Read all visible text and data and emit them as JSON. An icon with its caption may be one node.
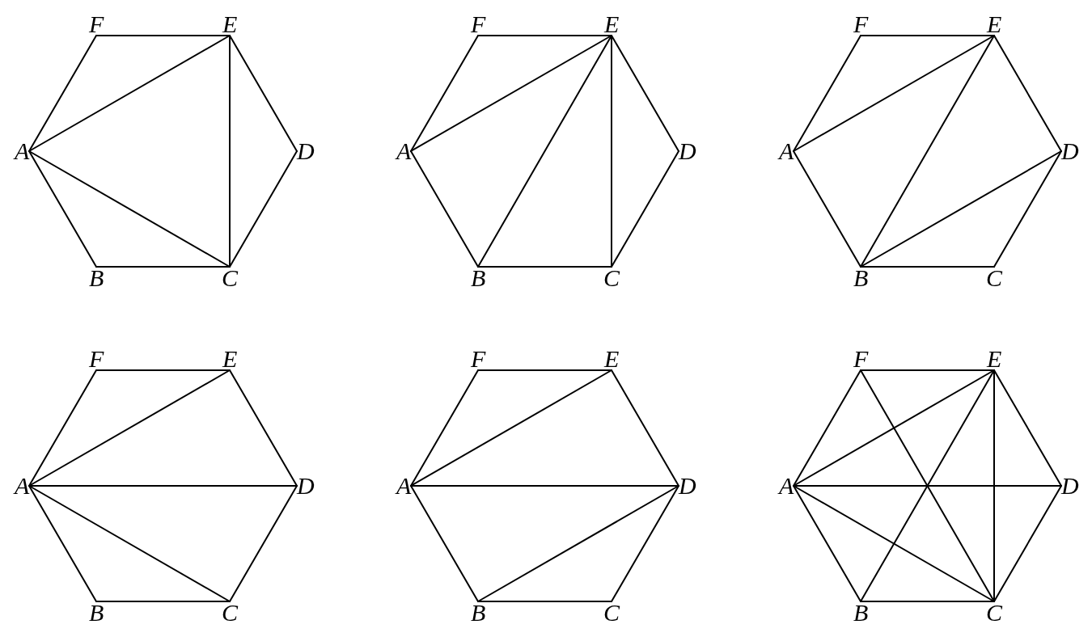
{
  "diagram": {
    "nodes": [
      {
        "text": [
          "F"
        ]
      },
      {
        "text": [
          "E"
        ]
      },
      {
        "text": [
          "A"
        ]
      },
      {
        "text": [
          "D"
        ]
      },
      {
        "text": [
          "B"
        ]
      },
      {
        "text": [
          "C"
        ]
      },
      {
        "text": [
          "F"
        ]
      },
      {
        "text": [
          "E"
        ]
      },
      {
        "text": [
          "A"
        ]
      },
      {
        "text": [
          "D"
        ]
      },
      {
        "text": [
          "B"
        ]
      },
      {
        "text": [
          "C"
        ]
      },
      {
        "text": [
          "F"
        ]
      },
      {
        "text": [
          "E"
        ]
      },
      {
        "text": [
          "A"
        ]
      },
      {
        "text": [
          "D"
        ]
      },
      {
        "text": [
          "B"
        ]
      },
      {
        "text": [
          "C"
        ]
      },
      {
        "text": [
          "F"
        ]
      },
      {
        "text": [
          "E"
        ]
      },
      {
        "text": [
          "A"
        ]
      },
      {
        "text": [
          "D"
        ]
      },
      {
        "text": [
          "B"
        ]
      },
      {
        "text": [
          "C"
        ]
      },
      {
        "text": [
          "F"
        ]
      },
      {
        "text": [
          "E"
        ]
      },
      {
        "text": [
          "A"
        ]
      },
      {
        "text": [
          "D"
        ]
      },
      {
        "text": [
          "B"
        ]
      },
      {
        "text": [
          "C"
        ]
      },
      {
        "text": [
          "F"
        ]
      },
      {
        "text": [
          "E"
        ]
      },
      {
        "text": [
          "A"
        ]
      },
      {
        "text": [
          "D"
        ]
      },
      {
        "text": [
          "B"
        ]
      },
      {
        "text": [
          "C"
        ]
      }
    ],
    "edges": [
      {
        "from": 2,
        "to": 0,
        "arrow": "none"
      },
      {
        "from": 0,
        "to": 1,
        "arrow": "none"
      },
      {
        "from": 1,
        "to": 3,
        "arrow": "none"
      },
      {
        "from": 3,
        "to": 5,
        "arrow": "none"
      },
      {
        "from": 5,
        "to": 4,
        "arrow": "none"
      },
      {
        "from": 4,
        "to": 2,
        "arrow": "none"
      },
      {
        "from": 2,
        "to": 1,
        "arrow": "none"
      },
      {
        "from": 2,
        "to": 5,
        "arrow": "none"
      },
      {
        "from": 1,
        "to": 5,
        "arrow": "none"
      },
      {
        "from": 8,
        "to": 6,
        "arrow": "none"
      },
      {
        "from": 6,
        "to": 7,
        "arrow": "none"
      },
      {
        "from": 7,
        "to": 9,
        "arrow": "none"
      },
      {
        "from": 9,
        "to": 11,
        "arrow": "none"
      },
      {
        "from": 11,
        "to": 10,
        "arrow": "none"
      },
      {
        "from": 10,
        "to": 8,
        "arrow": "none"
      },
      {
        "from": 8,
        "to": 7,
        "arrow": "none"
      },
      {
        "from": 7,
        "to": 10,
        "arrow": "none"
      },
      {
        "from": 7,
        "to": 11,
        "arrow": "none"
      },
      {
        "from": 14,
        "to": 12,
        "arrow": "none"
      },
      {
        "from": 12,
        "to": 13,
        "arrow": "none"
      },
      {
        "from": 13,
        "to": 15,
        "arrow": "none"
      },
      {
        "from": 15,
        "to": 17,
        "arrow": "none"
      },
      {
        "from": 17,
        "to": 16,
        "arrow": "none"
      },
      {
        "from": 16,
        "to": 14,
        "arrow": "none"
      },
      {
        "from": 14,
        "to": 13,
        "arrow": "none"
      },
      {
        "from": 13,
        "to": 16,
        "arrow": "none"
      },
      {
        "from": 16,
        "to": 15,
        "arrow": "none"
      },
      {
        "from": 20,
        "to": 18,
        "arrow": "none"
      },
      {
        "from": 18,
        "to": 19,
        "arrow": "none"
      },
      {
        "from": 19,
        "to": 21,
        "arrow": "none"
      },
      {
        "from": 21,
        "to": 23,
        "arrow": "none"
      },
      {
        "from": 23,
        "to": 22,
        "arrow": "none"
      },
      {
        "from": 22,
        "to": 20,
        "arrow": "none"
      },
      {
        "from": 20,
        "to": 19,
        "arrow": "none"
      },
      {
        "from": 20,
        "to": 21,
        "arrow": "none"
      },
      {
        "from": 20,
        "to": 23,
        "arrow": "none"
      },
      {
        "from": 26,
        "to": 24,
        "arrow": "none"
      },
      {
        "from": 24,
        "to": 25,
        "arrow": "none"
      },
      {
        "from": 25,
        "to": 27,
        "arrow": "none"
      },
      {
        "from": 27,
        "to": 29,
        "arrow": "none"
      },
      {
        "from": 29,
        "to": 28,
        "arrow": "none"
      },
      {
        "from": 28,
        "to": 26,
        "arrow": "none"
      },
      {
        "from": 26,
        "to": 25,
        "arrow": "none"
      },
      {
        "from": 26,
        "to": 27,
        "arrow": "none"
      },
      {
        "from": 28,
        "to": 27,
        "arrow": "none"
      },
      {
        "from": 32,
        "to": 30,
        "arrow": "none"
      },
      {
        "from": 30,
        "to": 31,
        "arrow": "none"
      },
      {
        "from": 31,
        "to": 33,
        "arrow": "none"
      },
      {
        "from": 33,
        "to": 35,
        "arrow": "none"
      },
      {
        "from": 35,
        "to": 34,
        "arrow": "none"
      },
      {
        "from": 34,
        "to": 32,
        "arrow": "none"
      },
      {
        "from": 32,
        "to": 31,
        "arrow": "none"
      },
      {
        "from": 32,
        "to": 33,
        "arrow": "none"
      },
      {
        "from": 32,
        "to": 35,
        "arrow": "none"
      },
      {
        "from": 31,
        "to": 35,
        "arrow": "none"
      },
      {
        "from": 31,
        "to": 34,
        "arrow": "none"
      },
      {
        "from": 30,
        "to": 35,
        "arrow": "none"
      }
    ]
  }
}
